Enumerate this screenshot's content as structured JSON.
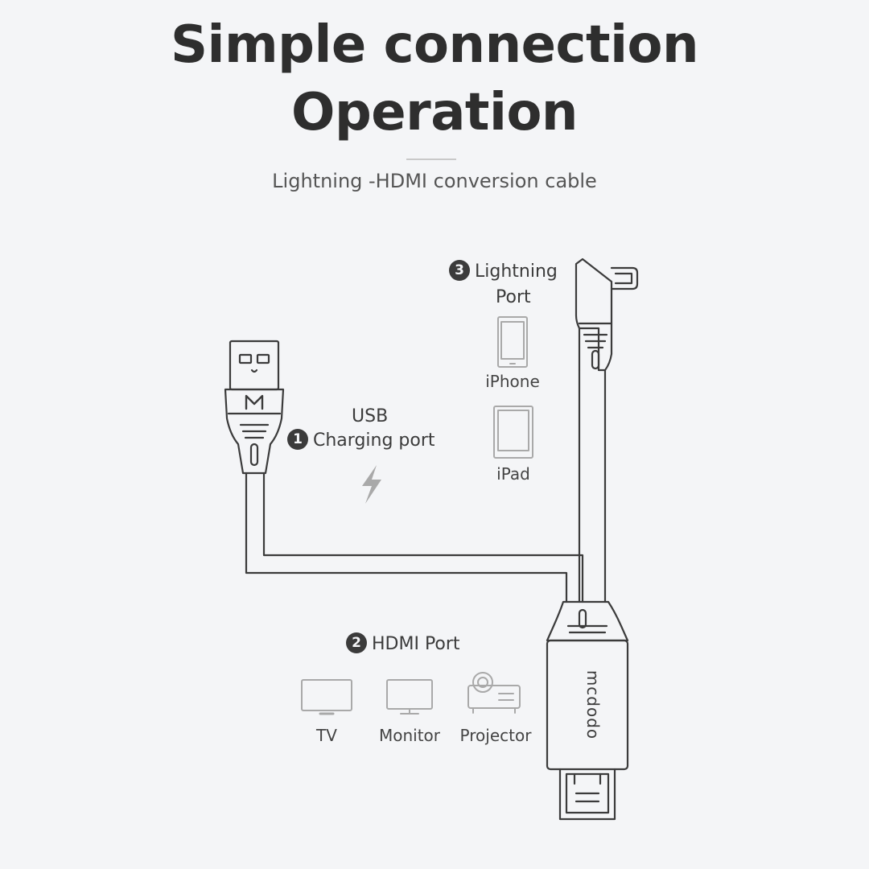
{
  "title": {
    "line1": "Simple connection",
    "line2": "Operation"
  },
  "subtitle": "Lightning -HDMI conversion cable",
  "ports": {
    "usb": {
      "number": "1",
      "label_line1": "USB",
      "label_line2": "Charging port"
    },
    "hdmi": {
      "number": "2",
      "label": "HDMI Port"
    },
    "lightning": {
      "number": "3",
      "label_line1": "Lightning",
      "label_line2": "Port"
    }
  },
  "lightning_devices": [
    {
      "label": "iPhone",
      "icon": "iphone-icon"
    },
    {
      "label": "iPad",
      "icon": "ipad-icon"
    }
  ],
  "hdmi_devices": [
    {
      "label": "TV",
      "icon": "tv-icon"
    },
    {
      "label": "Monitor",
      "icon": "monitor-icon"
    },
    {
      "label": "Projector",
      "icon": "projector-icon"
    }
  ],
  "brand": {
    "housing_text": "MCDODO",
    "logo_letter": "M"
  },
  "icons": {
    "usb_charging": "lightning-bolt-icon"
  },
  "colors": {
    "line": "#3b3b3b",
    "icon_gray": "#a9a9a9",
    "background": "#f4f5f7"
  }
}
